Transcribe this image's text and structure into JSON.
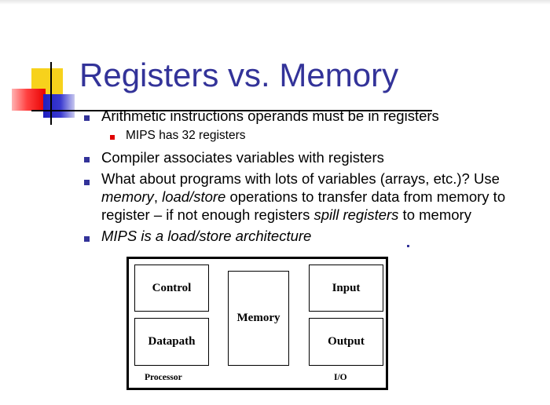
{
  "slide": {
    "title": "Registers vs. Memory",
    "bullets": [
      {
        "text": "Arithmetic instructions operands must be in registers"
      },
      {
        "text": "Compiler associates variables with registers"
      },
      {
        "line1": "What about programs with lots of variables (arrays, etc.)? Use",
        "line2_em1": "memory",
        "line2_sep": ", ",
        "line2_em2": "load/store",
        "line2_rest": " operations to transfer data from memory to",
        "line3_a": "register – if not enough registers ",
        "line3_em": "spill registers",
        "line3_b": " to memory"
      },
      {
        "text": "MIPS is a load/store architecture"
      }
    ],
    "sub_bullets": [
      {
        "text": "MIPS has 32 registers"
      }
    ]
  },
  "diagram": {
    "control": "Control",
    "datapath": "Datapath",
    "memory": "Memory",
    "input": "Input",
    "output": "Output",
    "processor_label": "Processor",
    "io_label": "I/O"
  },
  "colors": {
    "title": "#333399",
    "bullet": "#333399",
    "sub_bullet": "#e00000",
    "logo_yellow": "#f7d21c",
    "logo_red": "#e80000",
    "logo_blue": "#1f1fbf"
  }
}
